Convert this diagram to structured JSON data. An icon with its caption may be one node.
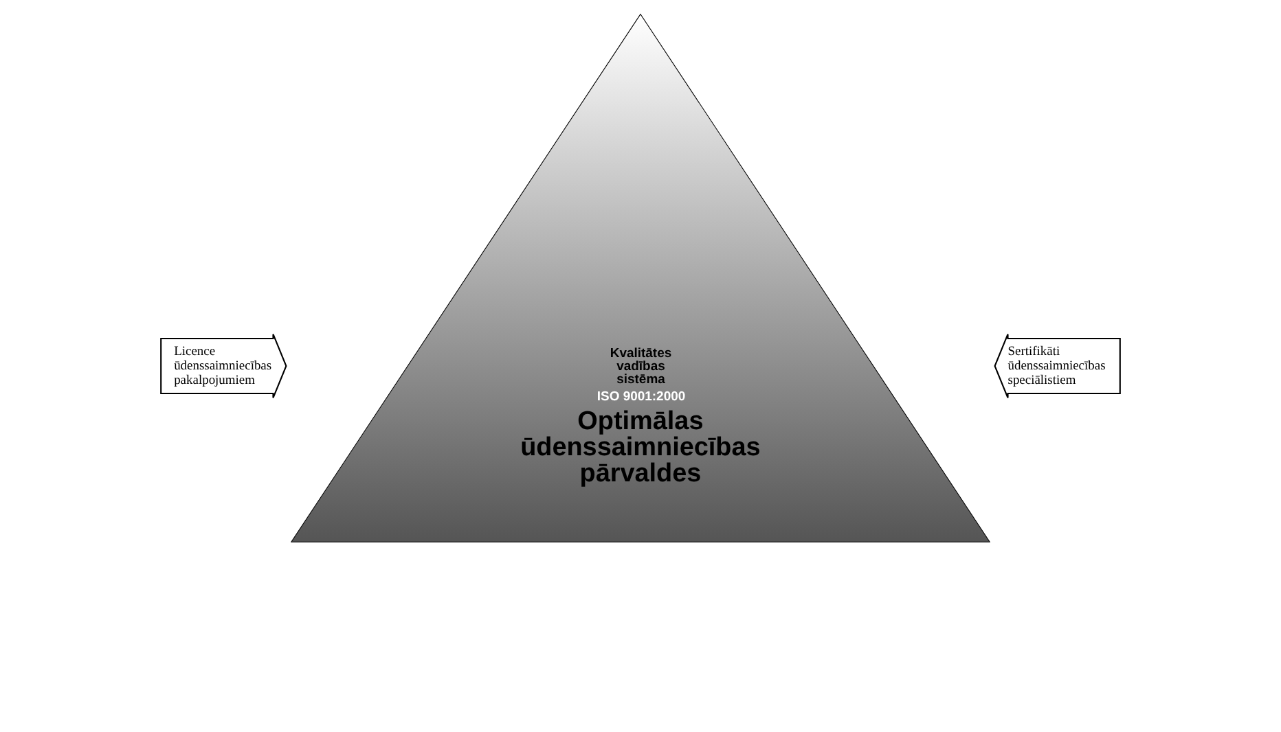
{
  "diagram": {
    "nodes": [
      {
        "text": [
          "Licence ūdenssaimniecības pakalpojumiem"
        ]
      },
      {
        "text": [
          "Kvalitātes vadības sistēma",
          "ISO 9001:2000",
          "Optimālas ūdenssaimniecības pārvaldes"
        ]
      },
      {
        "text": [
          "Sertifikāti ūdenssaimniecības speciālistiem"
        ]
      }
    ]
  }
}
